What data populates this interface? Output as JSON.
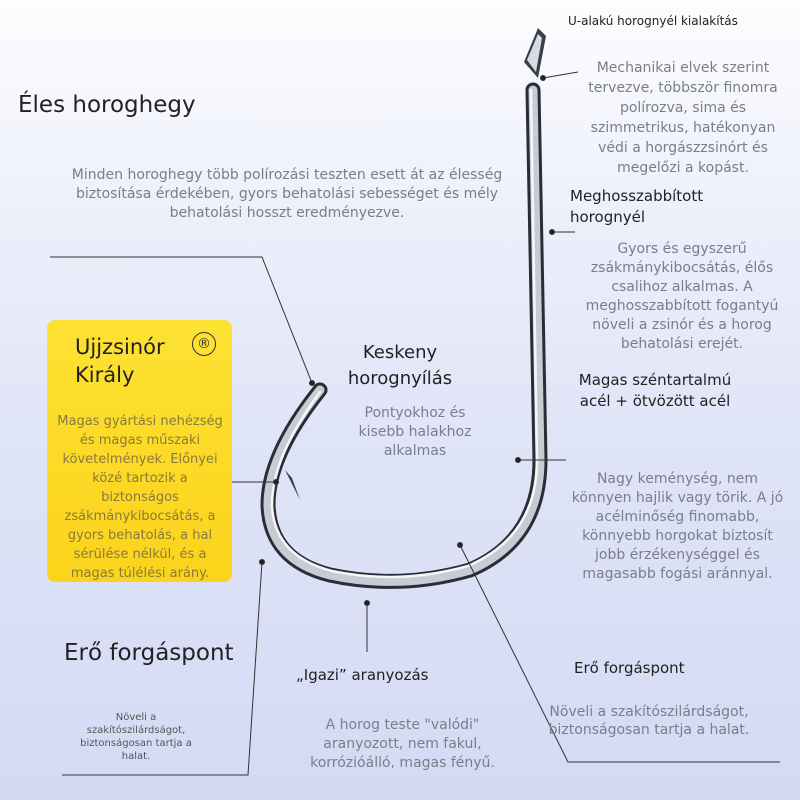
{
  "top_caption": "U-alakú horognyél kialakítás",
  "eye_desc": "Mechanikai elvek szerint tervezve, többször finomra polírozva, sima és szimmetrikus, hatékonyan védi a horgászzsinórt és megelőzi a kopást.",
  "sharp_point": {
    "title": "Éles horoghegy",
    "desc": "Minden horoghegy több polírozási teszten esett át az élesség biztosítása érdekében, gyors behatolási sebességet és mély behatolási hosszt eredményezve."
  },
  "long_shank": {
    "title": "Meghosszabbított horognyél",
    "desc": "Gyors és egyszerű zsákmánykibocsátás, élős csalihoz alkalmas. A meghosszabbított fogantyú növeli a zsinór és a horog behatolási erejét."
  },
  "brand": {
    "name": "Ujjzsinór Király",
    "reg": "®",
    "desc": "Magas gyártási nehézség és magas műszaki követelmények. Előnyei közé tartozik a biztonságos zsákmánykibocsátás, a gyors behatolás, a hal sérülése nélkül, és a magas túlélési arány."
  },
  "narrow_gap": {
    "title": "Keskeny horognyílás",
    "desc": "Pontyokhoz és kisebb halakhoz alkalmas"
  },
  "steel": {
    "title": "Magas széntartalmú acél + ötvözött acél",
    "desc": "Nagy keménység, nem könnyen hajlik vagy törik. A jó acélminőség finomabb, könnyebb horgokat biztosít jobb érzékenységgel és magasabb fogási aránnyal."
  },
  "pivot_left": {
    "title": "Erő forgáspont",
    "desc": "Növeli a szakítószilárdságot, biztonságosan tartja a halat."
  },
  "pivot_right": {
    "title": "Erő forgáspont",
    "desc": "Növeli a szakítószilárdságot, biztonságosan tartja a halat."
  },
  "gilding": {
    "title": "„Igazi” aranyozás",
    "desc": "A horog teste \"valódi\" aranyozott, nem fakul, korrózióálló, magas fényű."
  }
}
